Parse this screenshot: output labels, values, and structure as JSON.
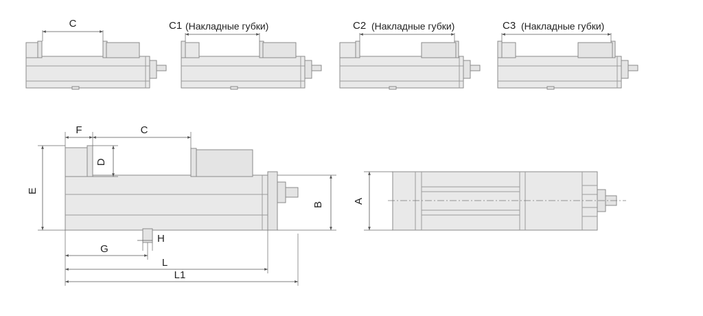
{
  "views": {
    "variant_c": {
      "label": "C"
    },
    "variant_c1": {
      "label": "C1",
      "note": "(Накладные губки)"
    },
    "variant_c2": {
      "label": "C2",
      "note": "(Накладные губки)"
    },
    "variant_c3": {
      "label": "C3",
      "note": "(Накладные губки)"
    }
  },
  "side_view": {
    "dim_f": "F",
    "dim_c": "C",
    "dim_d": "D",
    "dim_e": "E",
    "dim_b": "B",
    "dim_g": "G",
    "dim_h": "H",
    "dim_l": "L",
    "dim_l1": "L1"
  },
  "top_view": {
    "dim_a": "A"
  },
  "colors": {
    "body": "#e9e9e9",
    "outline": "#8a8a8a",
    "dimension": "#555555"
  }
}
